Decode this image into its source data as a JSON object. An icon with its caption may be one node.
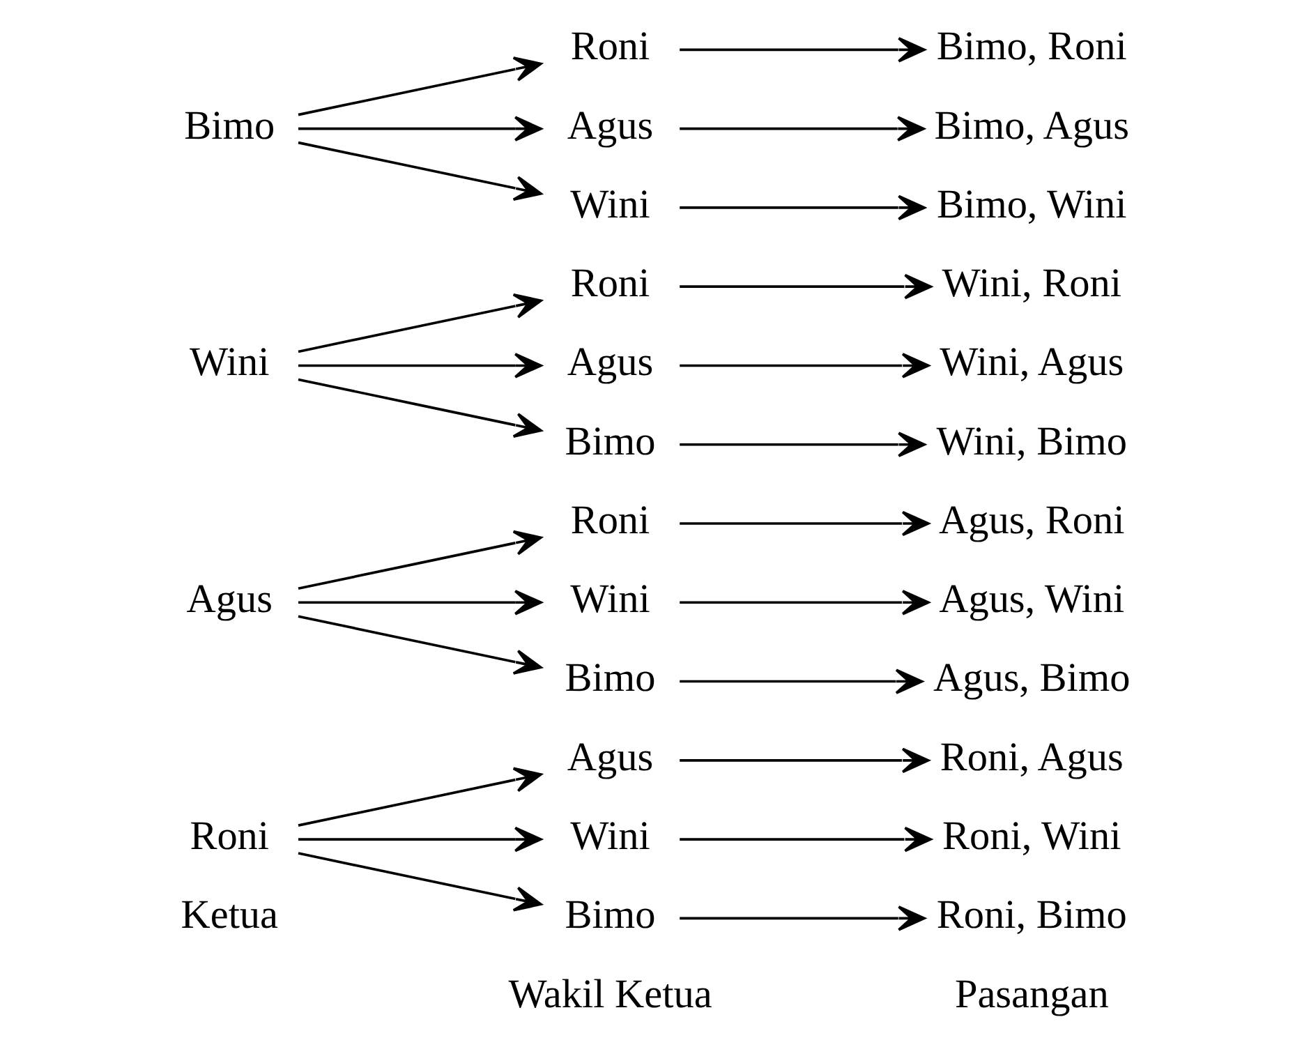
{
  "diagram": {
    "nodes": [
      {
        "text": [
          "Roni"
        ]
      },
      {
        "text": [
          "Agus"
        ]
      },
      {
        "text": [
          "Wini"
        ]
      },
      {
        "text": [
          "Bimo"
        ]
      },
      {
        "text": [
          "Roni, Agus"
        ]
      },
      {
        "text": [
          "Roni, Wini"
        ]
      },
      {
        "text": [
          "Roni, Bimo"
        ]
      },
      {
        "text": [
          "Agus"
        ]
      },
      {
        "text": [
          "Roni"
        ]
      },
      {
        "text": [
          "Wini"
        ]
      },
      {
        "text": [
          "Bimo"
        ]
      },
      {
        "text": [
          "Agus, Roni"
        ]
      },
      {
        "text": [
          "Agus, Wini"
        ]
      },
      {
        "text": [
          "Agus, Bimo"
        ]
      },
      {
        "text": [
          "Wini"
        ]
      },
      {
        "text": [
          "Roni"
        ]
      },
      {
        "text": [
          "Agus"
        ]
      },
      {
        "text": [
          "Bimo"
        ]
      },
      {
        "text": [
          "Wini, Roni"
        ]
      },
      {
        "text": [
          "Wini, Agus"
        ]
      },
      {
        "text": [
          "Wini, Bimo"
        ]
      },
      {
        "text": [
          "Bimo"
        ]
      },
      {
        "text": [
          "Roni"
        ]
      },
      {
        "text": [
          "Agus"
        ]
      },
      {
        "text": [
          "Wini"
        ]
      },
      {
        "text": [
          "Bimo, Roni"
        ]
      },
      {
        "text": [
          "Bimo, Agus"
        ]
      },
      {
        "text": [
          "Bimo, Wini"
        ]
      }
    ],
    "edges": [
      {
        "from": 0,
        "to": 1,
        "arrow": "to"
      },
      {
        "from": 0,
        "to": 2,
        "arrow": "to"
      },
      {
        "from": 0,
        "to": 3,
        "arrow": "to"
      },
      {
        "from": 1,
        "to": 4,
        "arrow": "to"
      },
      {
        "from": 2,
        "to": 5,
        "arrow": "to"
      },
      {
        "from": 3,
        "to": 6,
        "arrow": "to"
      },
      {
        "from": 7,
        "to": 8,
        "arrow": "to"
      },
      {
        "from": 7,
        "to": 9,
        "arrow": "to"
      },
      {
        "from": 7,
        "to": 10,
        "arrow": "to"
      },
      {
        "from": 8,
        "to": 11,
        "arrow": "to"
      },
      {
        "from": 9,
        "to": 12,
        "arrow": "to"
      },
      {
        "from": 10,
        "to": 13,
        "arrow": "to"
      },
      {
        "from": 14,
        "to": 15,
        "arrow": "to"
      },
      {
        "from": 14,
        "to": 16,
        "arrow": "to"
      },
      {
        "from": 14,
        "to": 17,
        "arrow": "to"
      },
      {
        "from": 15,
        "to": 18,
        "arrow": "to"
      },
      {
        "from": 16,
        "to": 19,
        "arrow": "to"
      },
      {
        "from": 17,
        "to": 20,
        "arrow": "to"
      },
      {
        "from": 21,
        "to": 22,
        "arrow": "to"
      },
      {
        "from": 21,
        "to": 23,
        "arrow": "to"
      },
      {
        "from": 21,
        "to": 24,
        "arrow": "to"
      },
      {
        "from": 22,
        "to": 25,
        "arrow": "to"
      },
      {
        "from": 23,
        "to": 26,
        "arrow": "to"
      },
      {
        "from": 24,
        "to": 27,
        "arrow": "to"
      }
    ],
    "labels": [
      "Ketua",
      "Wakil Ketua",
      "Pasangan"
    ]
  }
}
